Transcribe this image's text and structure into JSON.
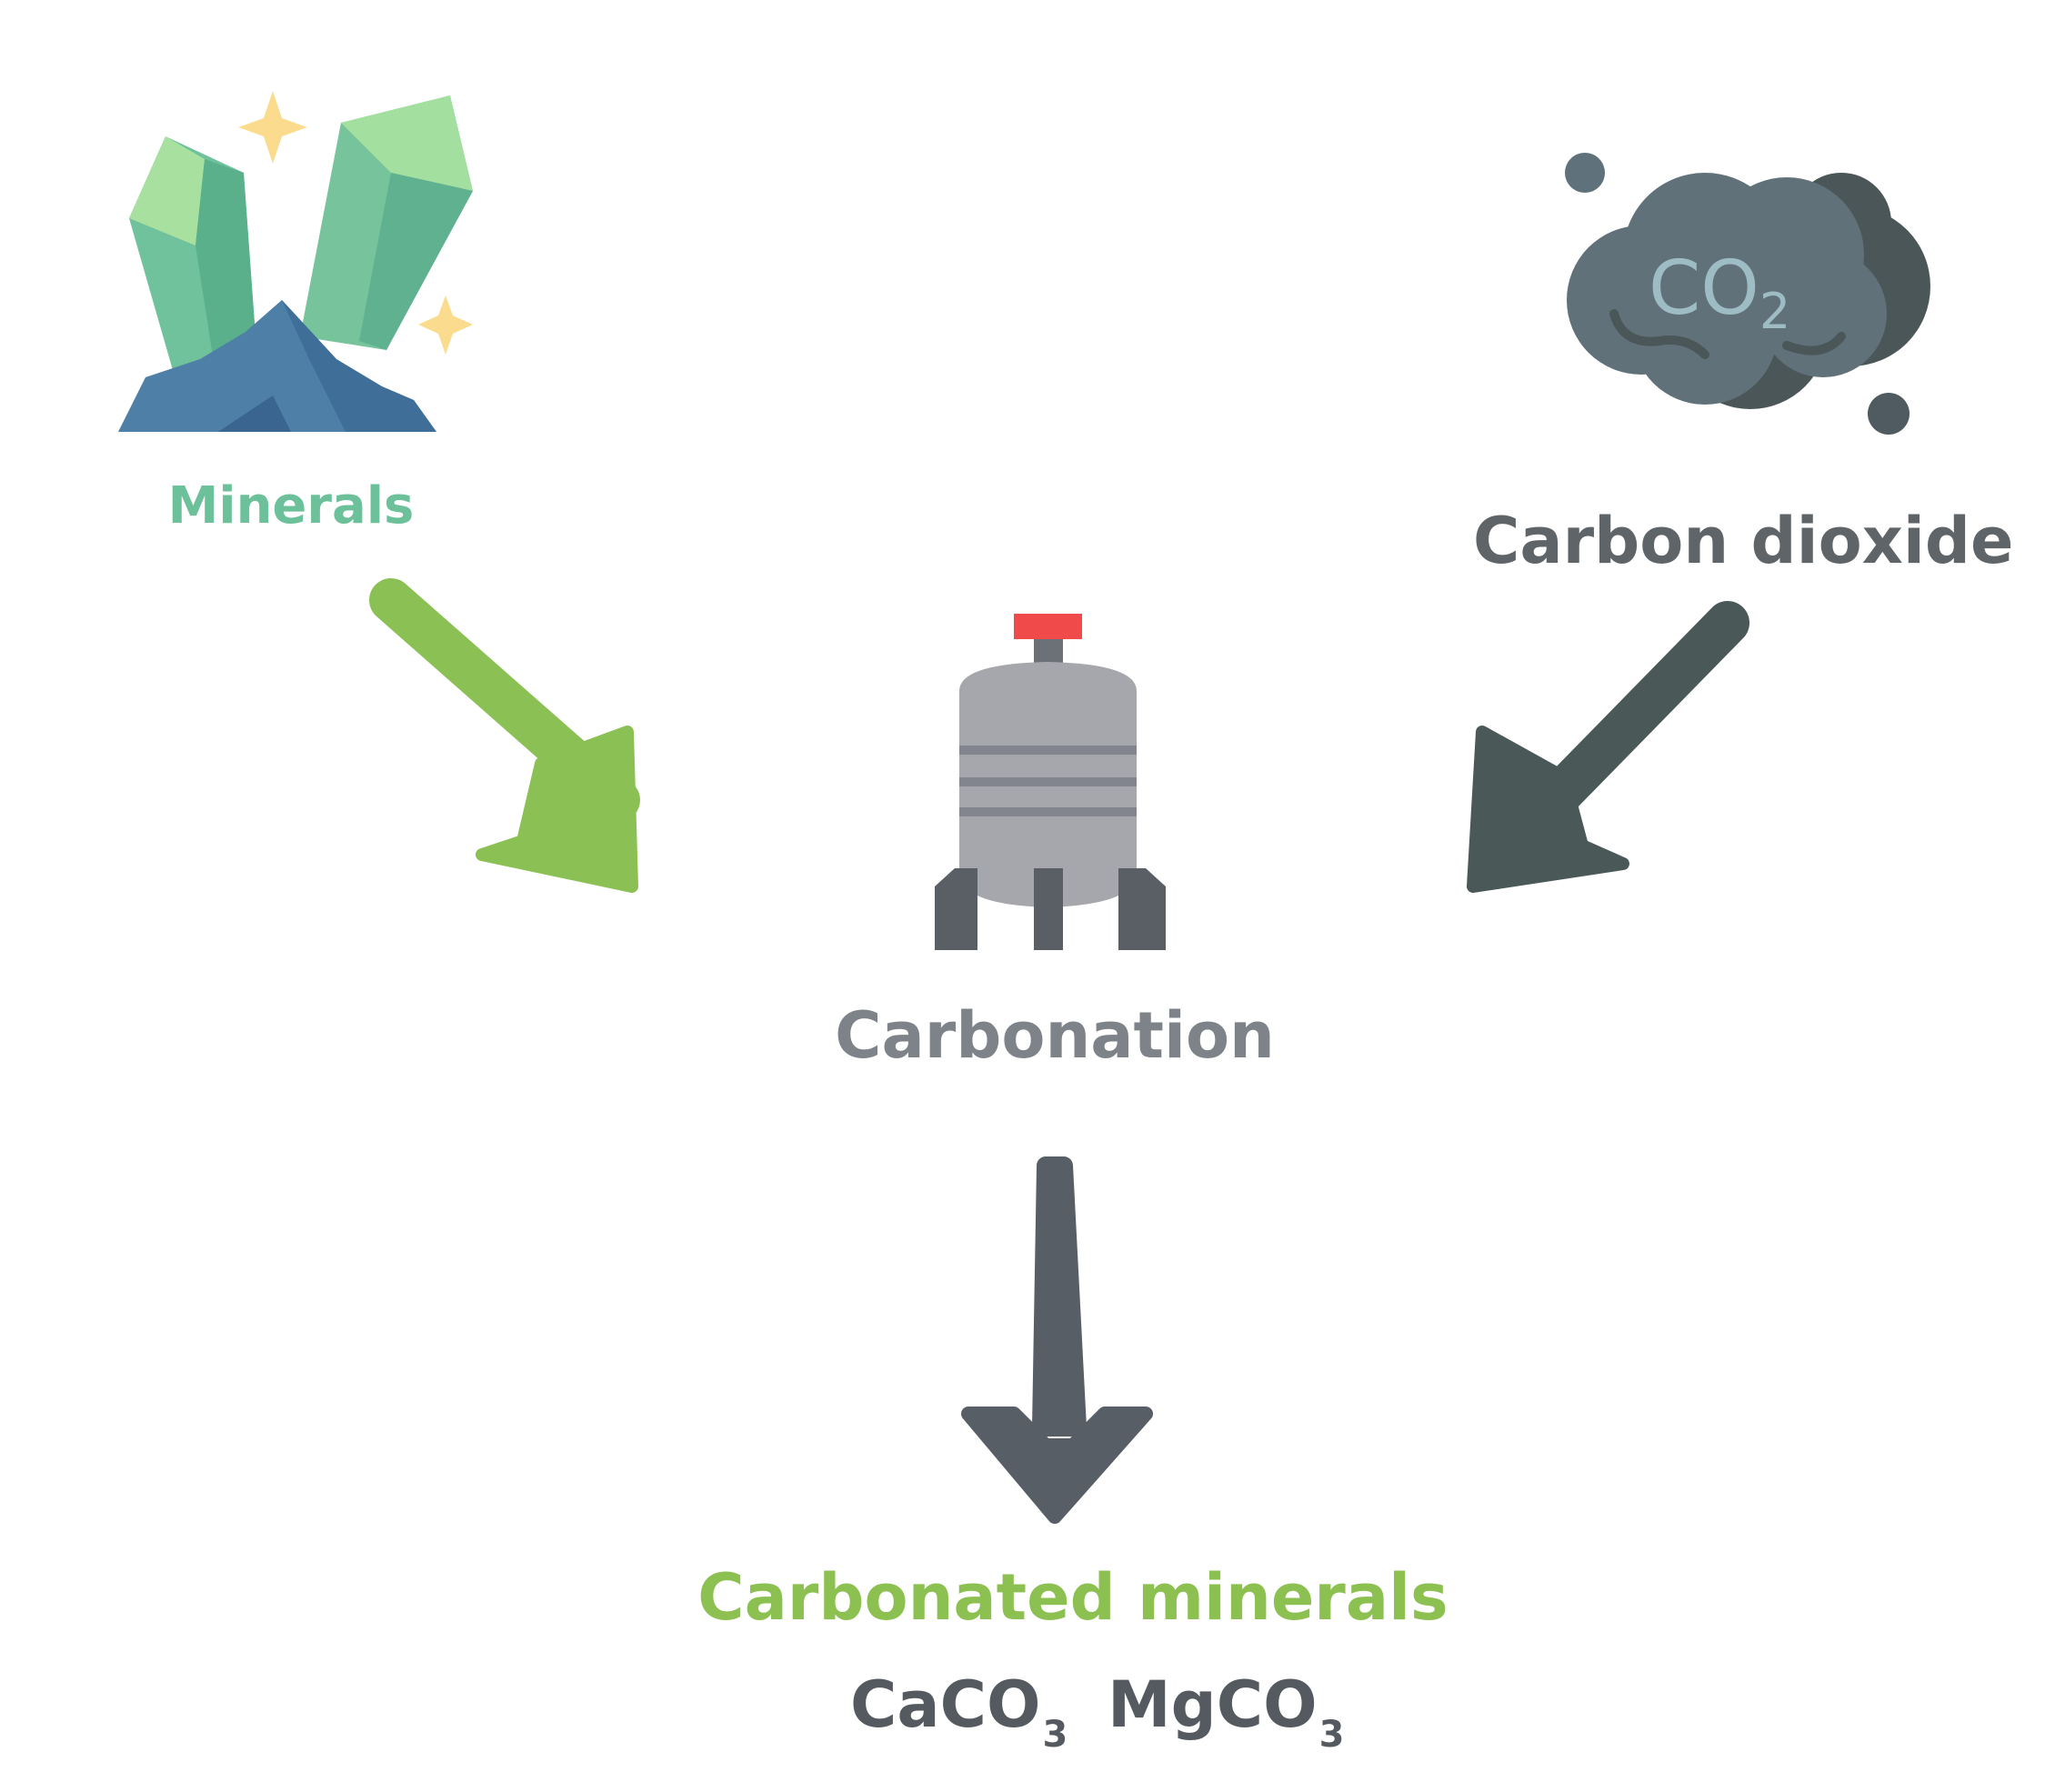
{
  "nodes": {
    "minerals": {
      "label": "Minerals",
      "color": "#6cc09a",
      "icon": "crystals-icon"
    },
    "carbon_dioxide": {
      "label": "Carbon dioxide",
      "color": "#5f6469",
      "icon": "co2-cloud-icon",
      "icon_text": "CO",
      "icon_sub": "2"
    },
    "carbonation": {
      "label": "Carbonation",
      "color": "#7d8389",
      "icon": "reactor-tank-icon"
    },
    "carbonated_minerals": {
      "label": "Carbonated minerals",
      "color": "#8cc152"
    }
  },
  "products": [
    {
      "formula_main": "CaCO",
      "formula_sub": "3"
    },
    {
      "formula_main": "MgCO",
      "formula_sub": "3"
    }
  ],
  "colors": {
    "formula_text": "#555a60",
    "arrow_minerals": "#8bc154",
    "arrow_co2": "#4a5858",
    "arrow_output": "#575e66"
  }
}
